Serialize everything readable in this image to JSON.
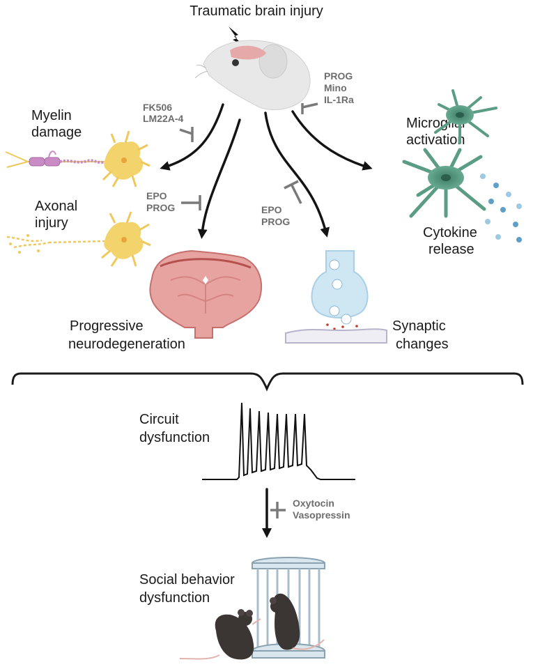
{
  "title": "Traumatic brain injury",
  "myelin": {
    "line1": "Myelin",
    "line2": "damage"
  },
  "axonal": {
    "line1": "Axonal",
    "line2": "injury"
  },
  "microglial": {
    "line1": "Microglial",
    "line2": "activation"
  },
  "cytokine": {
    "line1": "Cytokine",
    "line2": "release"
  },
  "neurodegeneration": {
    "line1": "Progressive",
    "line2": "neurodegeneration"
  },
  "synaptic": {
    "line1": "Synaptic",
    "line2": "changes"
  },
  "circuit": {
    "line1": "Circuit",
    "line2": "dysfunction"
  },
  "social": {
    "line1": "Social behavior",
    "line2": "dysfunction"
  },
  "drugs": {
    "myelin": [
      "FK506",
      "LM22A-4"
    ],
    "neurodegeneration": [
      "EPO",
      "PROG"
    ],
    "synaptic": [
      "EPO",
      "PROG"
    ],
    "microglia": [
      "PROG",
      "Mino",
      "IL-1Ra"
    ],
    "social": [
      "Oxytocin",
      "Vasopressin"
    ]
  },
  "colors": {
    "arrow": "#141414",
    "inhibitor": "#7a7a7a",
    "neuron": "#f3d36b",
    "myelin": "#c98bc4",
    "brain_slice": "#e7a3a0",
    "microglia": "#4f9078",
    "synapse": "#cfe6f3"
  },
  "icons": [
    "mouse-head-icon",
    "lightning-bolt-icon",
    "neuron-icon",
    "microglia-icon",
    "brain-slice-icon",
    "synapse-icon",
    "spike-train-icon",
    "cage-icon",
    "mouse-icon"
  ]
}
